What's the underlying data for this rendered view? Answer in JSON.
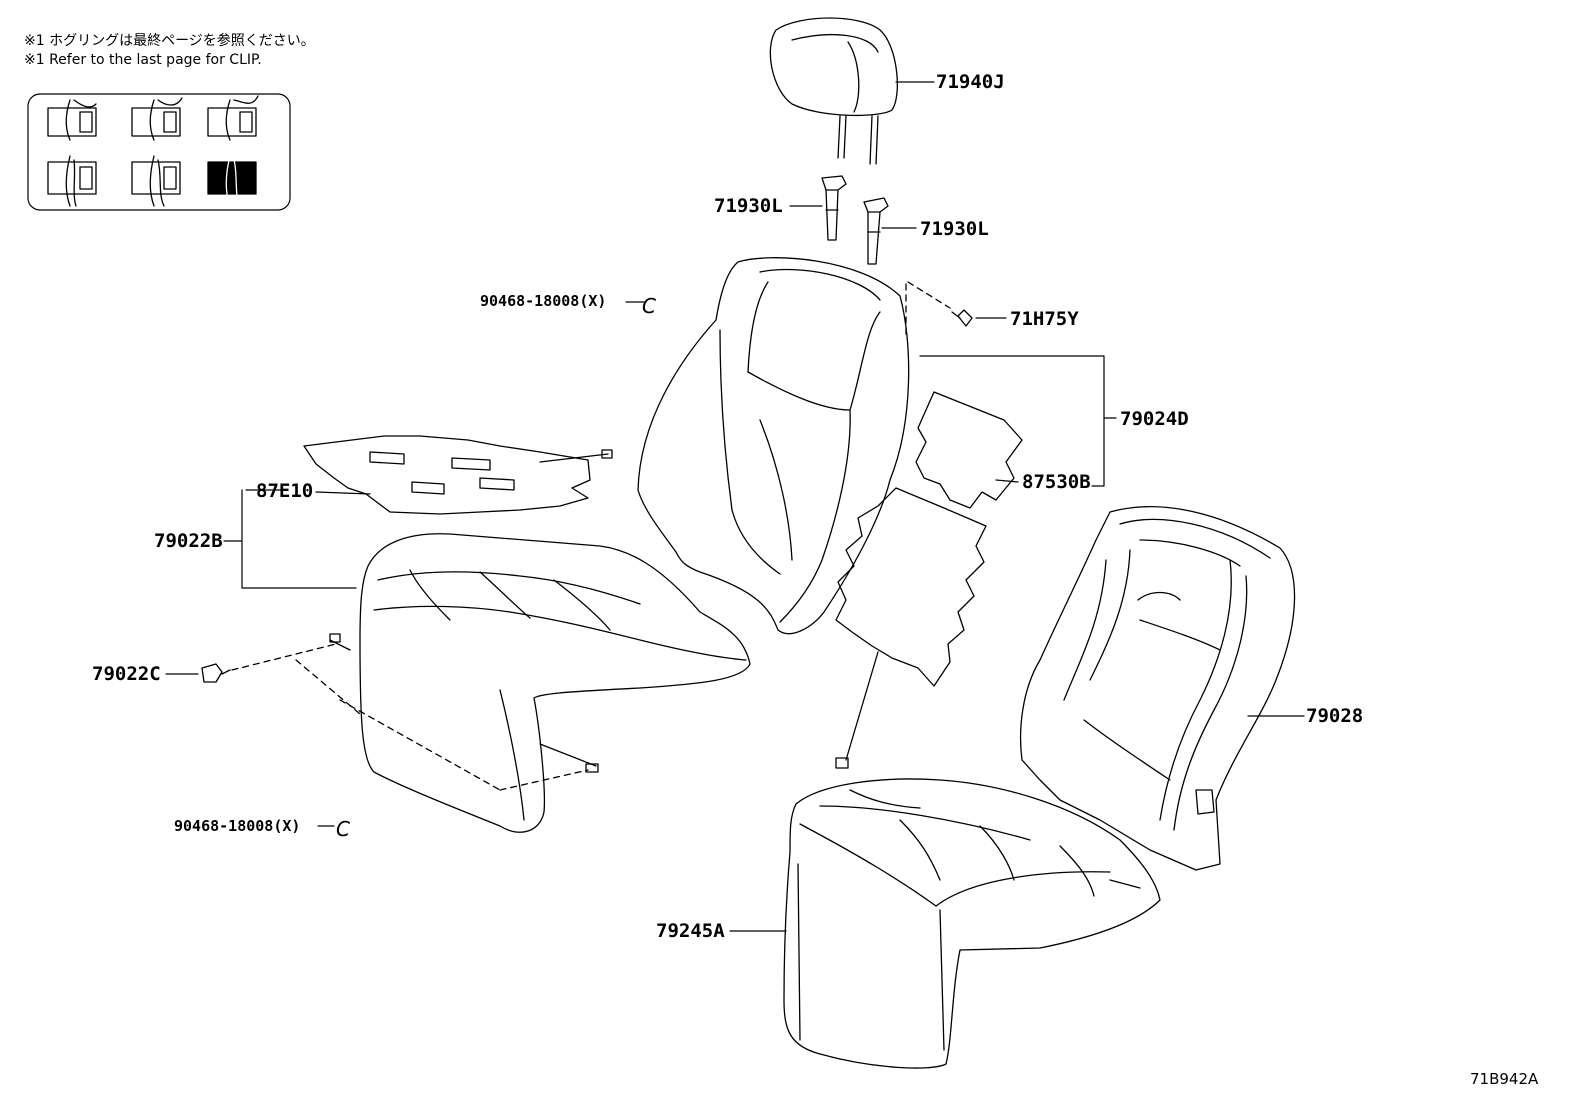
{
  "notes": {
    "note_jp": "※1 ホグリングは最終ページを参照ください。",
    "note_en": "※1 Refer to the last page for CLIP."
  },
  "parts": {
    "headrest": "71940J",
    "support_left": "71930L",
    "support_right": "71930L",
    "clip_top": "90468-18008(X)",
    "clip_top_mark": "C",
    "pin": "71H75Y",
    "back_assy": "79024D",
    "back_pad_heater": "87530B",
    "cushion_heater": "87E10",
    "cushion_assy": "79022B",
    "cushion_pin": "79022C",
    "clip_bottom": "90468-18008(X)",
    "clip_bottom_mark": "C",
    "back_pad": "79028",
    "cushion_pad": "79245A"
  },
  "figure_code": "71B942A",
  "legend": {
    "cells": 6,
    "highlighted_cell": 6
  }
}
